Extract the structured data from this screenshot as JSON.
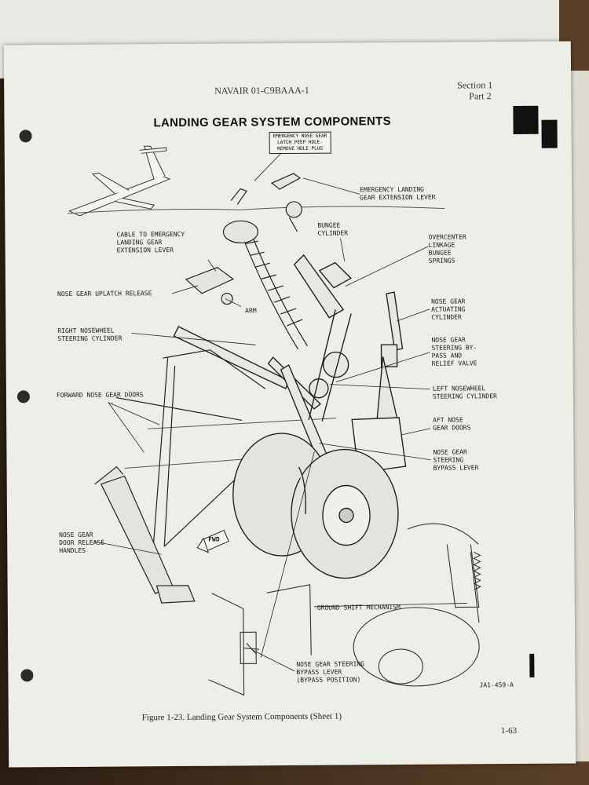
{
  "header": {
    "doc_id": "NAVAIR 01-C9BAAA-1",
    "section": "Section 1",
    "part": "Part 2"
  },
  "title": "LANDING GEAR SYSTEM COMPONENTS",
  "callout_box": "EMERGENCY NOSE GEAR\nLATCH PEEP HOLE-\nREMOVE HOLE PLUG",
  "labels": {
    "emergency_lever": "EMERGENCY LANDING\nGEAR EXTENSION LEVER",
    "cable": "CABLE TO EMERGENCY\nLANDING GEAR\nEXTENSION LEVER",
    "bungee_cylinder": "BUNGEE\nCYLINDER",
    "overcenter": "OVERCENTER\nLINKAGE\nBUNGEE\nSPRINGS",
    "uplatch": "NOSE GEAR UPLATCH RELEASE",
    "arm": "ARM",
    "actuating_cylinder": "NOSE GEAR\nACTUATING\nCYLINDER",
    "right_steering": "RIGHT NOSEWHEEL\nSTEERING CYLINDER",
    "bypass_valve": "NOSE GEAR\nSTEERING BY-\nPASS AND\nRELIEF VALVE",
    "forward_doors": "FORWARD NOSE GEAR DOORS",
    "left_steering": "LEFT NOSEWHEEL\nSTEERING CYLINDER",
    "aft_doors": "AFT NOSE\nGEAR DOORS",
    "bypass_lever": "NOSE GEAR\nSTEERING\nBYPASS LEVER",
    "door_release": "NOSE GEAR\nDOOR RELEASE\nHANDLES",
    "fwd": "FWD",
    "ground_shift": "GROUND SHIFT MECHANISM",
    "bypass_position": "NOSE GEAR STEERING\nBYPASS LEVER\n(BYPASS POSITION)"
  },
  "figure_code": "JA1-459-A",
  "caption": "Figure 1-23.  Landing Gear System Components (Sheet 1)",
  "page_number": "1-63"
}
